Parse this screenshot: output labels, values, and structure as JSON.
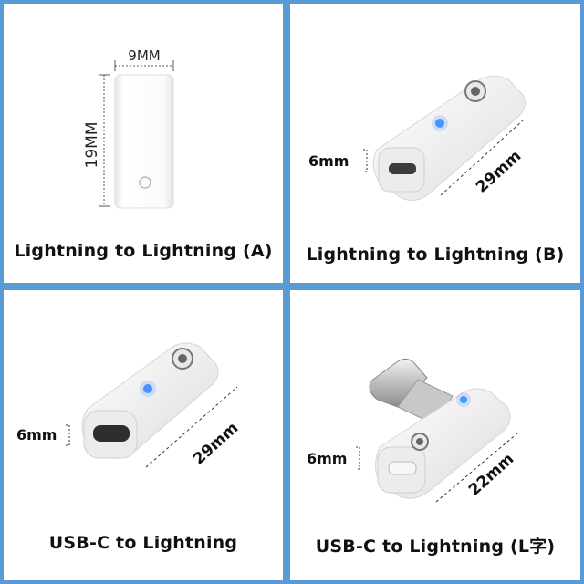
{
  "panels": [
    {
      "caption": "Lightning to Lightning (A)",
      "width_label": "9MM",
      "height_label": "19MM"
    },
    {
      "caption": "Lightning to Lightning (B)",
      "thickness_label": "6mm",
      "length_label": "29mm"
    },
    {
      "caption": "USB-C to Lightning",
      "thickness_label": "6mm",
      "length_label": "29mm"
    },
    {
      "caption": "USB-C to Lightning (L字)",
      "thickness_label": "6mm",
      "length_label": "22mm"
    }
  ],
  "colors": {
    "border": "#5b9bd5",
    "led": "#3a8cff",
    "body": "#f4f4f4"
  }
}
